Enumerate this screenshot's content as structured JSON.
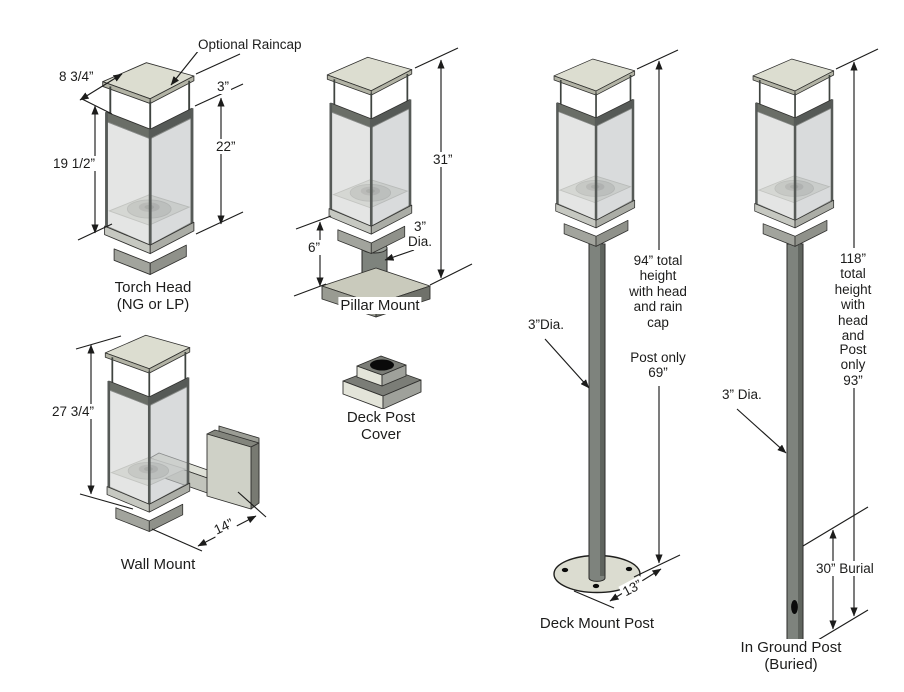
{
  "palette": {
    "background": "#ffffff",
    "line": "#1c1c1b",
    "cap_top": "#dcddd0",
    "cap_edge": "#b2b3a5",
    "frame_dark": "#565a57",
    "frame_mid": "#6a6e67",
    "glass_left": "#d3d5d4",
    "glass_right": "#c2c5c6",
    "tray": "#d8d9d2",
    "burner": "#b4b6af",
    "collar_left": "#c6c8c1",
    "collar_right": "#abada6",
    "base_left": "#a2a49d",
    "base_right": "#8f918a",
    "post": "#7e837d",
    "post_shade": "#5f645e",
    "deck_base": "#dbdcd0",
    "pillar_base_top": "#c9cabc",
    "pillar_base_left": "#999b92",
    "pillar_base_right": "#6f716a",
    "cover_top": "#7b7d77",
    "cover_light": "#e3e4d9",
    "cover_mid": "#9fa19b",
    "hole": "#0a0a0a"
  },
  "figures": {
    "torch_head": {
      "caption": "Torch Head\n(NG or LP)",
      "note_raincap": "Optional Raincap",
      "dims": {
        "cap_width": "8 3/4”",
        "cap_drop": "3”",
        "head_height": "22”",
        "glass_height": "19 1/2”"
      }
    },
    "pillar_mount": {
      "caption": "Pillar Mount",
      "dims": {
        "overall": "31”",
        "stub_height": "6”",
        "stub_dia": "3”\nDia."
      }
    },
    "deck_post_cover": {
      "caption": "Deck Post\nCover"
    },
    "wall_mount": {
      "caption": "Wall Mount",
      "dims": {
        "overall": "27 3/4”",
        "arm": "14”"
      }
    },
    "deck_mount_post": {
      "caption": "Deck Mount Post",
      "dims": {
        "post_dia": "3”Dia.",
        "total": "94” total\nheight\nwith head\nand rain\ncap",
        "post_only": "Post only\n69”",
        "base_dia": "13”"
      }
    },
    "in_ground_post": {
      "caption": "In Ground Post\n(Buried)",
      "dims": {
        "total": "118” total\nheight\nwith head\nand rain\ncap",
        "post_only": "Post only\n93”",
        "post_dia": "3” Dia.",
        "burial": "30” Burial"
      }
    }
  }
}
